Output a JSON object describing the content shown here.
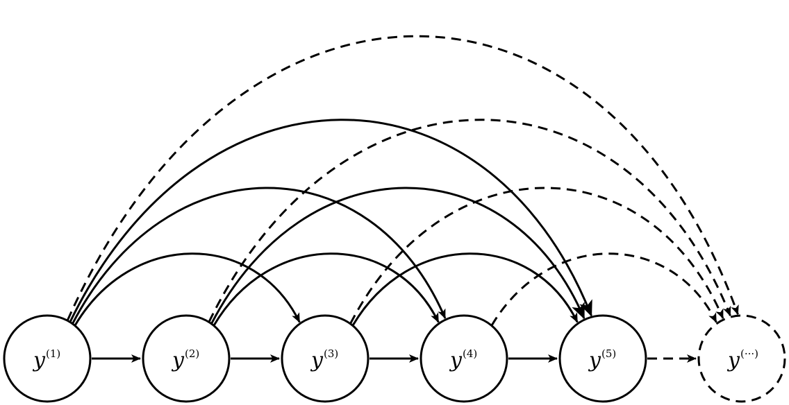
{
  "nodes": [
    {
      "id": "n1",
      "base": "y",
      "sup": "(1)",
      "dashed": false
    },
    {
      "id": "n2",
      "base": "y",
      "sup": "(2)",
      "dashed": false
    },
    {
      "id": "n3",
      "base": "y",
      "sup": "(3)",
      "dashed": false
    },
    {
      "id": "n4",
      "base": "y",
      "sup": "(4)",
      "dashed": false
    },
    {
      "id": "n5",
      "base": "y",
      "sup": "(5)",
      "dashed": false
    },
    {
      "id": "n6",
      "base": "y",
      "sup": "(···)",
      "dashed": true
    }
  ],
  "edges": [
    {
      "from": "n1",
      "to": "n2",
      "dashed": false
    },
    {
      "from": "n2",
      "to": "n3",
      "dashed": false
    },
    {
      "from": "n3",
      "to": "n4",
      "dashed": false
    },
    {
      "from": "n4",
      "to": "n5",
      "dashed": false
    },
    {
      "from": "n5",
      "to": "n6",
      "dashed": true
    },
    {
      "from": "n1",
      "to": "n3",
      "dashed": false
    },
    {
      "from": "n1",
      "to": "n4",
      "dashed": false
    },
    {
      "from": "n1",
      "to": "n5",
      "dashed": false
    },
    {
      "from": "n1",
      "to": "n6",
      "dashed": true
    },
    {
      "from": "n2",
      "to": "n4",
      "dashed": false
    },
    {
      "from": "n2",
      "to": "n5",
      "dashed": false
    },
    {
      "from": "n2",
      "to": "n6",
      "dashed": true
    },
    {
      "from": "n3",
      "to": "n5",
      "dashed": false
    },
    {
      "from": "n3",
      "to": "n6",
      "dashed": true
    },
    {
      "from": "n4",
      "to": "n6",
      "dashed": true
    }
  ]
}
